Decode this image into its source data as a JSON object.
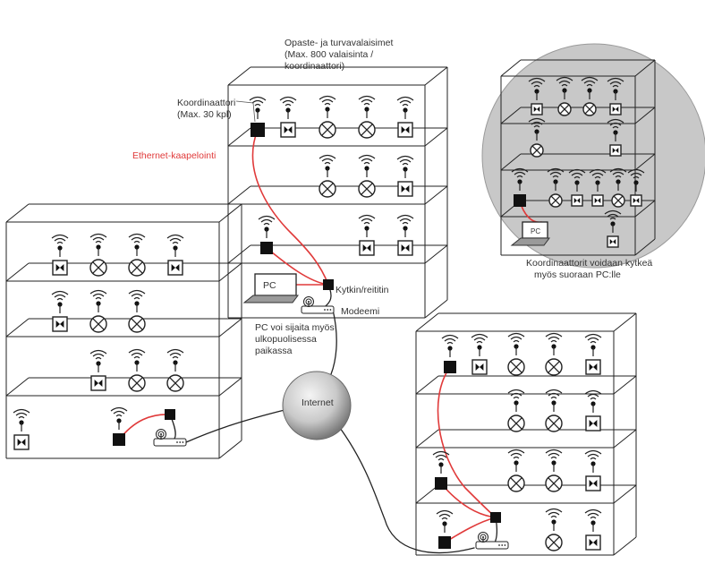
{
  "labels": {
    "luminaires": "Opaste- ja turvavalaisimet",
    "luminaires_max_1": "(Max. 800 valaisinta /",
    "luminaires_max_2": "koordinaattori)",
    "coordinator": "Koordinaattori",
    "coordinator_max": "(Max. 30 kpl)",
    "ethernet": "Ethernet-kaapelointi",
    "pc": "PC",
    "pc_inset": "PC",
    "switch": "Kytkin/reititin",
    "modem": "Modeemi",
    "pc_remote_1": "PC voi sijaita myös",
    "pc_remote_2": "ulkopuolisessa",
    "pc_remote_3": "paikassa",
    "internet": "Internet",
    "direct_1": "Koordinaattorit voidaan kytkeä",
    "direct_2": "myös suoraan PC:lle"
  },
  "colors": {
    "ethernet_cable": "#e03a3a",
    "inset_background": "#c8c8c8",
    "device_fill": "#111111"
  },
  "icons": [
    "wireless-signal-icon",
    "exit-sign-luminaire-icon",
    "safety-luminaire-icon",
    "coordinator-icon",
    "switch-router-icon",
    "modem-icon",
    "laptop-icon",
    "globe-icon"
  ]
}
